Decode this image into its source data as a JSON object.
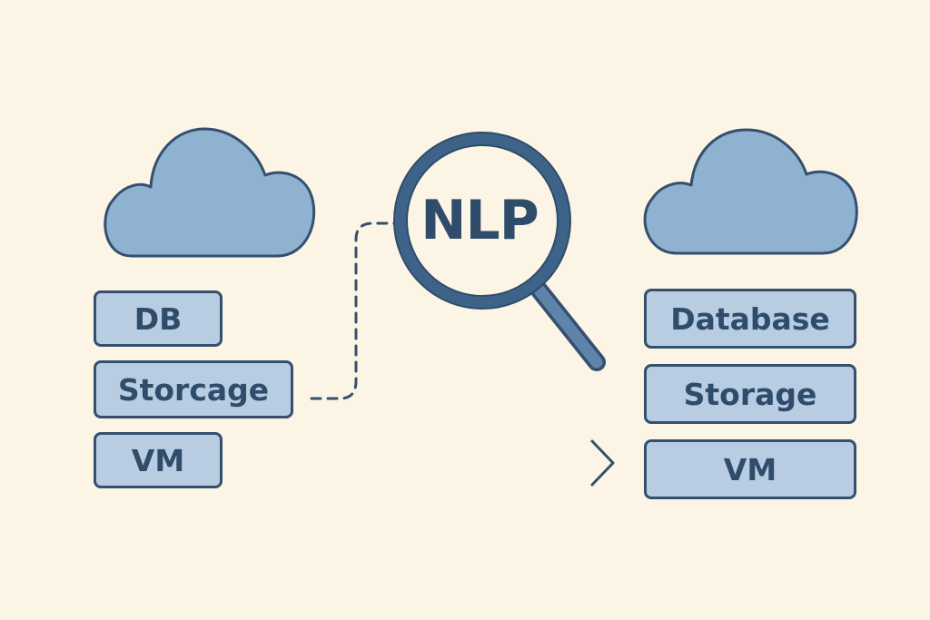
{
  "colors": {
    "background": "#fcf5e6",
    "cloud_fill": "#8fb2d1",
    "box_fill": "#b8cde2",
    "stroke": "#34506e",
    "text": "#2f4c6b"
  },
  "magnifier": {
    "label": "NLP"
  },
  "left_stack": {
    "icon": "cloud-icon",
    "items": [
      "DB",
      "Storcage",
      "VM"
    ]
  },
  "right_stack": {
    "icon": "cloud-icon",
    "items": [
      "Database",
      "Storage",
      "VM"
    ]
  },
  "connectors": {
    "left_link": "dashed-line",
    "right_marker": "chevron-right-icon"
  }
}
